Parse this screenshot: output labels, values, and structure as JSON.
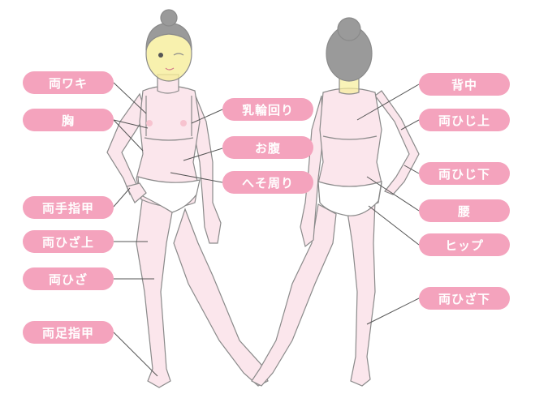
{
  "labels": {
    "both_armpits": "両ワキ",
    "chest": "胸",
    "both_back_of_hands": "両手指甲",
    "both_above_knees": "両ひざ上",
    "both_knees": "両ひざ",
    "both_back_of_toes": "両足指甲",
    "areola": "乳輪回り",
    "abdomen": "お腹",
    "around_navel": "へそ周り",
    "upper_back": "背中",
    "both_upper_elbows": "両ひじ上",
    "both_lower_elbows": "両ひじ下",
    "lower_back": "腰",
    "hips": "ヒップ",
    "both_lower_knees": "両ひざ下"
  },
  "colors": {
    "label_fill": "#f4a3bd",
    "label_text": "#ffffff",
    "skin_fill": "#fbe6ec",
    "outline": "#8a8a8a",
    "hair": "#9a9a9a",
    "face_highlight": "#f6ee9a",
    "leader_line": "#555555"
  }
}
